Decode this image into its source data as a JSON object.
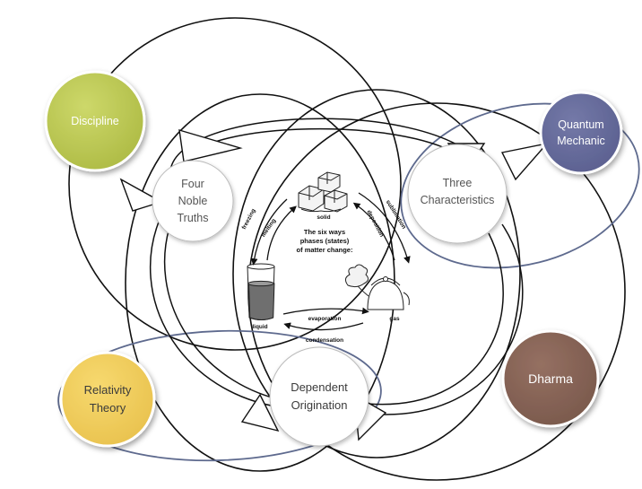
{
  "nodes": {
    "four_noble_truths": [
      "Four",
      "Noble",
      "Truths"
    ],
    "three_characteristics": [
      "Three",
      "Characteristics"
    ],
    "dependent_origination": [
      "Dependent",
      "Origination"
    ],
    "discipline": "Discipline",
    "quantum_mechanic": [
      "Quantum",
      "Mechanic"
    ],
    "relativity_theory": [
      "Relativity",
      "Theory"
    ],
    "dharma": "Dharma"
  },
  "phase_diagram": {
    "title": [
      "The six ways",
      "phases (states)",
      "of matter change:"
    ],
    "states": {
      "solid": "solid",
      "liquid": "liquid",
      "gas": "gas"
    },
    "transitions": {
      "freezing": "freezing",
      "melting": "melting",
      "sublimation": "sublimation",
      "deposition": "deposition",
      "evaporation": "evaporation",
      "condensation": "condensation"
    }
  },
  "colors": {
    "discipline": "#bfca55",
    "quantum_mechanic": "#6a6f9e",
    "relativity_theory": "#f2cf5f",
    "dharma": "#8a6657",
    "blue_ring": "#5e6a8e"
  }
}
